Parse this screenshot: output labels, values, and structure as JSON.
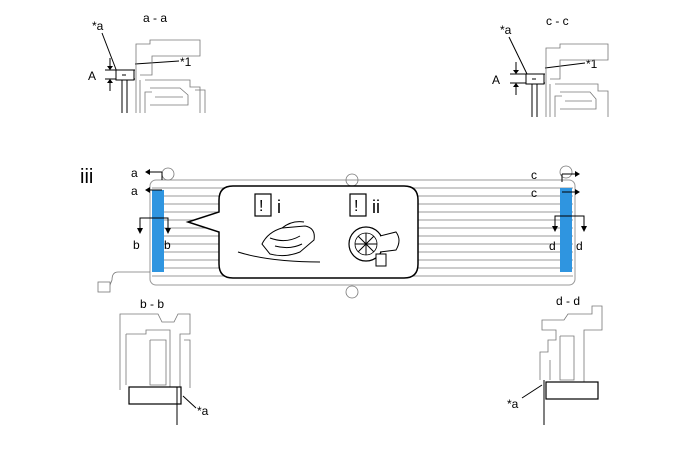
{
  "diagram": {
    "labels": {
      "top_left_section": "a - a",
      "top_right_section": "c - c",
      "bottom_left_section": "b - b",
      "bottom_right_section": "d - d",
      "view_label": "iii",
      "callout_1": "*1",
      "callout_a": "*a",
      "dimension_A": "A",
      "cut_a": "a",
      "cut_b": "b",
      "cut_c": "c",
      "cut_d": "d",
      "step_i": "i",
      "step_ii": "ii",
      "alert_mark": "!"
    },
    "colors": {
      "tape": "#2f95e0",
      "line": "#000000",
      "component": "#8a8a8a"
    },
    "icons": [
      "wipe-surface-icon",
      "air-dryer-icon",
      "alert-icon"
    ]
  }
}
